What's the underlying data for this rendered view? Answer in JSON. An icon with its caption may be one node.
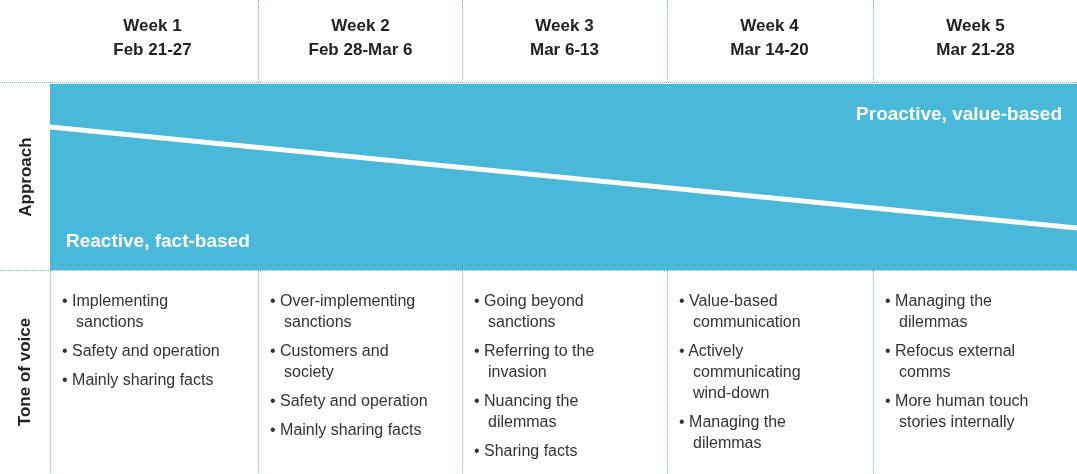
{
  "diagram": {
    "nodes": [
      {
        "text": [
          "Proactive, value-based",
          "Reactive, fact-based"
        ]
      }
    ],
    "labels": [
      "Week 1",
      "Feb 21-27",
      "Week 2",
      "Feb 28-Mar 6",
      "Week 3",
      "Mar 6-13",
      "Week 4",
      "Mar 14-20",
      "Week 5",
      "Mar 21-28",
      "Approach",
      "Tone of voice",
      "• Implementing sanctions",
      "• Safety and operation",
      "• Mainly sharing facts",
      "• Over-implementing sanctions",
      "• Customers and society",
      "• Safety and operation",
      "• Mainly sharing facts",
      "• Going beyond sanctions",
      "• Referring to the invasion",
      "• Nuancing the dilemmas",
      "• Sharing facts",
      "• Value-based communication",
      "• Actively communicating wind-down",
      "• Managing the dilemmas",
      "• Managing the dilemmas",
      "• Refocus external comms",
      "• More human touch stories internally"
    ]
  }
}
